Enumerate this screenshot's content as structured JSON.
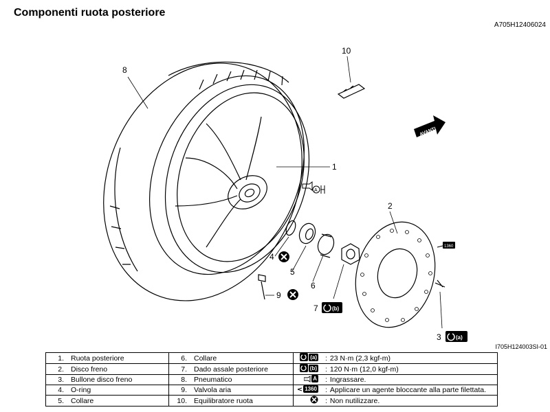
{
  "title": "Componenti ruota posteriore",
  "doc_id": "A705H12406024",
  "figure_id": "I705H124003SI-01",
  "front_label": "AVANTI",
  "callouts": {
    "c1": "1",
    "c2": "2",
    "c3": "3",
    "c4": "4",
    "c5": "5",
    "c6": "6",
    "c7": "7",
    "c8": "8",
    "c9": "9",
    "c10": "10"
  },
  "symbols": {
    "torque_a": "(a)",
    "torque_b": "(b)",
    "threadlock_code": "1360",
    "grease_letter": "A"
  },
  "legend": {
    "rows": [
      {
        "n1": "1.",
        "l1": "Ruota posteriore",
        "n2": "6.",
        "l2": "Collare",
        "sym": "torque-a",
        "sym_text": "(a)",
        "desc": "23 N·m (2,3 kgf-m)"
      },
      {
        "n1": "2.",
        "l1": "Disco freno",
        "n2": "7.",
        "l2": "Dado assale posteriore",
        "sym": "torque-b",
        "sym_text": "(b)",
        "desc": "120 N·m (12,0 kgf-m)"
      },
      {
        "n1": "3.",
        "l1": "Bullone disco freno",
        "n2": "8.",
        "l2": "Pneumatico",
        "sym": "grease",
        "sym_text": "A",
        "desc": "Ingrassare."
      },
      {
        "n1": "4.",
        "l1": "O-ring",
        "n2": "9.",
        "l2": "Valvola aria",
        "sym": "threadlock",
        "sym_text": "1360",
        "desc": "Applicare un agente bloccante alla parte filettata."
      },
      {
        "n1": "5.",
        "l1": "Collare",
        "n2": "10.",
        "l2": "Equilibratore ruota",
        "sym": "no-reuse",
        "sym_text": "",
        "desc": "Non nutilizzare."
      }
    ]
  },
  "colors": {
    "ink": "#000000",
    "paper": "#ffffff"
  }
}
